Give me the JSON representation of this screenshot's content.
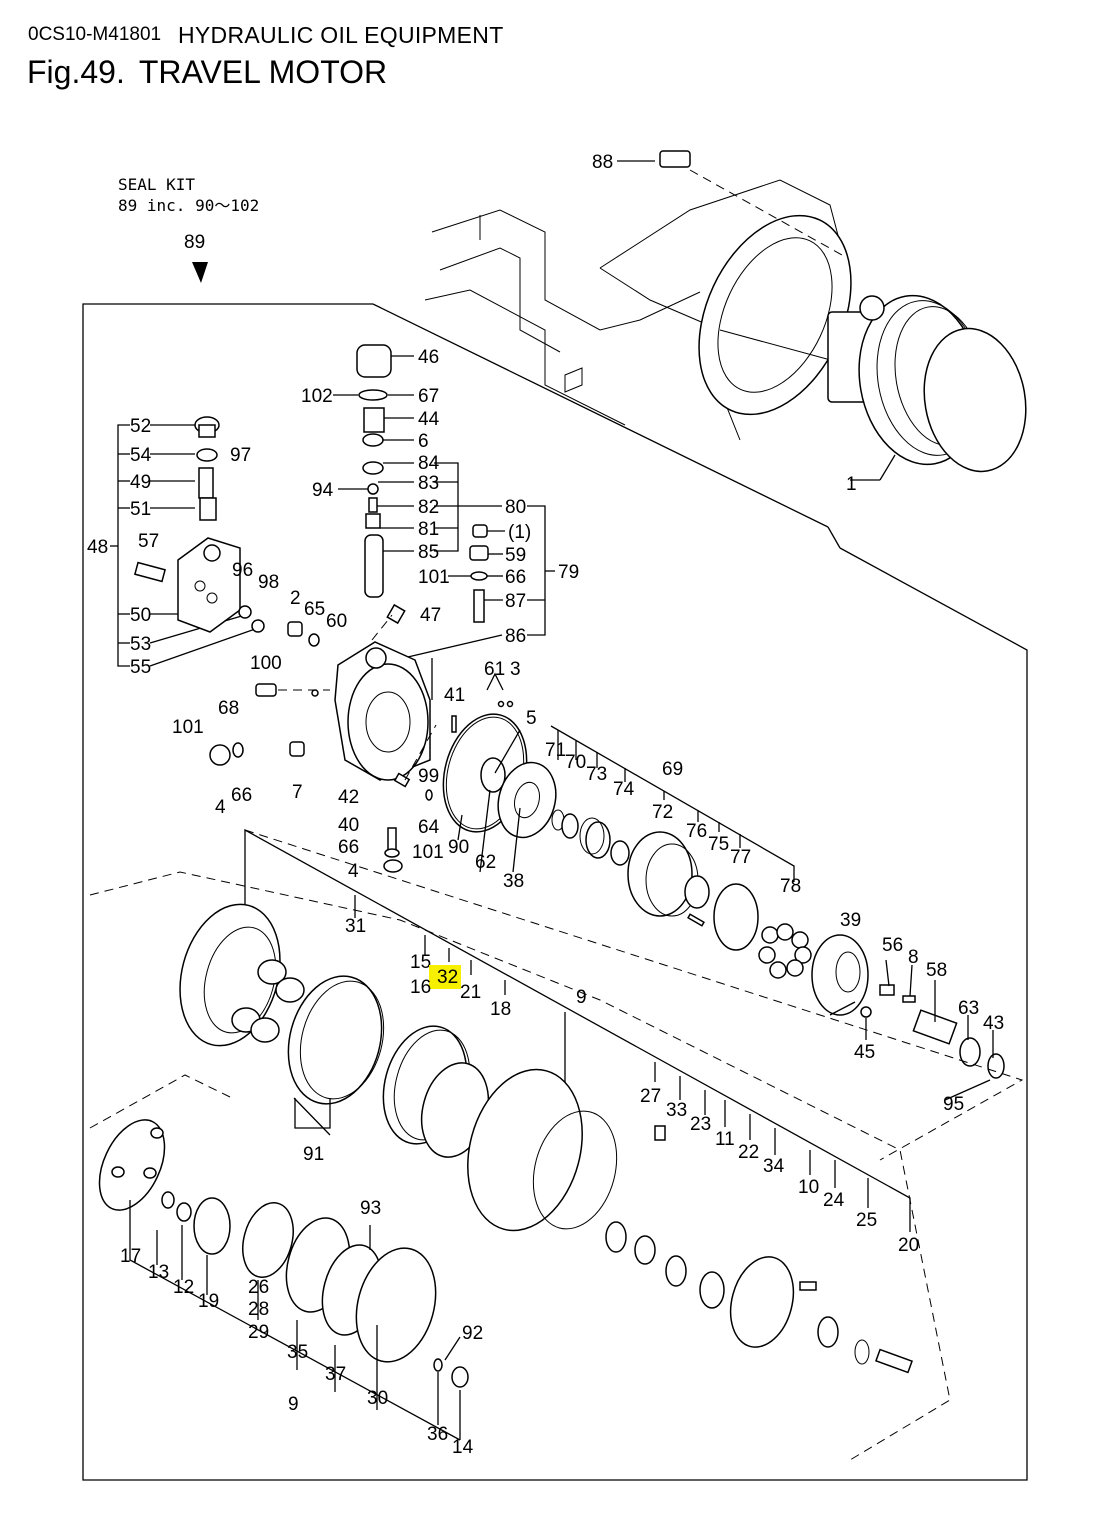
{
  "header": {
    "code": "0CS10-M41801",
    "title": "HYDRAULIC OIL EQUIPMENT",
    "fig_number": "Fig.49.",
    "fig_title": "TRAVEL MOTOR"
  },
  "seal_kit": {
    "line1": "SEAL KIT",
    "line2": "89 inc. 90〜102",
    "ref": "89"
  },
  "highlight_color": "#f6f000",
  "highlighted_part": "32",
  "parts": {
    "p1": "1",
    "p1b": "(1)",
    "p2": "2",
    "p3": "3",
    "p4a": "4",
    "p4b": "4",
    "p5": "5",
    "p6": "6",
    "p7": "7",
    "p8": "8",
    "p9a": "9",
    "p9b": "9",
    "p10": "10",
    "p11": "11",
    "p12": "12",
    "p13": "13",
    "p14": "14",
    "p15": "15",
    "p16": "16",
    "p17": "17",
    "p18": "18",
    "p19": "19",
    "p20": "20",
    "p21": "21",
    "p22": "22",
    "p23": "23",
    "p24": "24",
    "p25": "25",
    "p26": "26",
    "p27": "27",
    "p28": "28",
    "p29": "29",
    "p30": "30",
    "p31": "31",
    "p32": "32",
    "p33": "33",
    "p34": "34",
    "p35": "35",
    "p36": "36",
    "p37": "37",
    "p38": "38",
    "p39": "39",
    "p40": "40",
    "p41": "41",
    "p42": "42",
    "p43": "43",
    "p44": "44",
    "p45": "45",
    "p46": "46",
    "p47": "47",
    "p48": "48",
    "p49": "49",
    "p50": "50",
    "p51": "51",
    "p52": "52",
    "p53": "53",
    "p54": "54",
    "p55": "55",
    "p56": "56",
    "p57": "57",
    "p58": "58",
    "p59": "59",
    "p60": "60",
    "p61": "61",
    "p62": "62",
    "p63": "63",
    "p64": "64",
    "p65": "65",
    "p66a": "66",
    "p66b": "66",
    "p66c": "66",
    "p67": "67",
    "p68": "68",
    "p69": "69",
    "p70": "70",
    "p71": "71",
    "p72": "72",
    "p73": "73",
    "p74": "74",
    "p75": "75",
    "p76": "76",
    "p77": "77",
    "p78": "78",
    "p79": "79",
    "p80": "80",
    "p81": "81",
    "p82": "82",
    "p83": "83",
    "p84": "84",
    "p85": "85",
    "p86": "86",
    "p87": "87",
    "p88": "88",
    "p90": "90",
    "p91": "91",
    "p92": "92",
    "p93": "93",
    "p94": "94",
    "p95": "95",
    "p96": "96",
    "p97": "97",
    "p98": "98",
    "p99": "99",
    "p100": "100",
    "p101a": "101",
    "p101b": "101",
    "p101c": "101",
    "p102": "102"
  }
}
